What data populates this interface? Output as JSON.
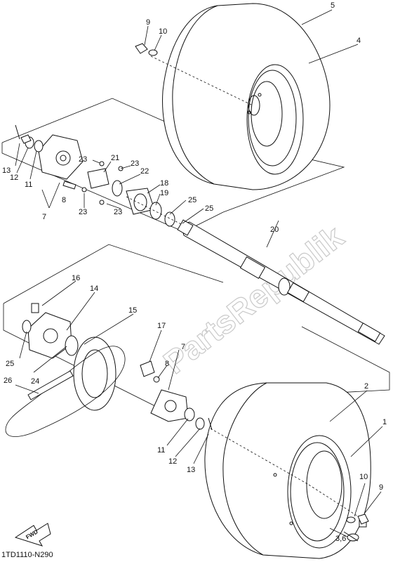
{
  "diagram": {
    "code": "1TD1110-N290",
    "watermark": "PartsRepublik",
    "fwd_label": "FWD",
    "labels": {
      "p1": "1",
      "p2": "2",
      "p3_6": "3,6",
      "p4": "4",
      "p5": "5",
      "p7a": "7",
      "p7b": "7",
      "p8a": "8",
      "p8b": "8",
      "p9a": "9",
      "p9b": "9",
      "p10a": "10",
      "p10b": "10",
      "p11a": "11",
      "p11b": "11",
      "p12a": "12",
      "p12b": "12",
      "p13a": "13",
      "p13b": "13",
      "p14": "14",
      "p15": "15",
      "p16": "16",
      "p17": "17",
      "p18": "18",
      "p19": "19",
      "p20": "20",
      "p21": "21",
      "p22": "22",
      "p23a": "23",
      "p23b": "23",
      "p23c": "23",
      "p23d": "23",
      "p24": "24",
      "p25a": "25",
      "p25b": "25",
      "p25c": "25",
      "p26": "26"
    }
  }
}
